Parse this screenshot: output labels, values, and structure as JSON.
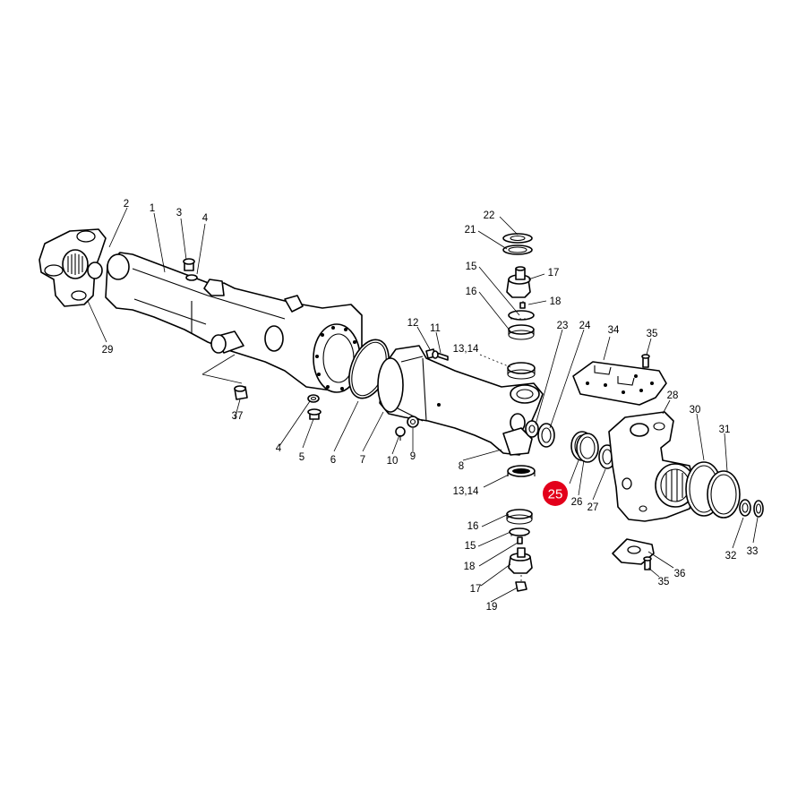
{
  "highlight": {
    "label": "25",
    "color": "#e3001b"
  },
  "callouts": [
    {
      "id": "c2",
      "text": "2"
    },
    {
      "id": "c1",
      "text": "1"
    },
    {
      "id": "c3",
      "text": "3"
    },
    {
      "id": "c4a",
      "text": "4"
    },
    {
      "id": "c29",
      "text": "29"
    },
    {
      "id": "c37",
      "text": "37"
    },
    {
      "id": "c4b",
      "text": "4"
    },
    {
      "id": "c5",
      "text": "5"
    },
    {
      "id": "c6",
      "text": "6"
    },
    {
      "id": "c7",
      "text": "7"
    },
    {
      "id": "c10",
      "text": "10"
    },
    {
      "id": "c9",
      "text": "9"
    },
    {
      "id": "c8",
      "text": "8"
    },
    {
      "id": "c12",
      "text": "12"
    },
    {
      "id": "c11",
      "text": "11"
    },
    {
      "id": "c1314a",
      "text": "13,14"
    },
    {
      "id": "c1314b",
      "text": "13,14"
    },
    {
      "id": "c22",
      "text": "22"
    },
    {
      "id": "c21",
      "text": "21"
    },
    {
      "id": "c15a",
      "text": "15"
    },
    {
      "id": "c17a",
      "text": "17"
    },
    {
      "id": "c16a",
      "text": "16"
    },
    {
      "id": "c18a",
      "text": "18"
    },
    {
      "id": "c23",
      "text": "23"
    },
    {
      "id": "c24",
      "text": "24"
    },
    {
      "id": "c34",
      "text": "34"
    },
    {
      "id": "c35a",
      "text": "35"
    },
    {
      "id": "c28",
      "text": "28"
    },
    {
      "id": "c30",
      "text": "30"
    },
    {
      "id": "c31",
      "text": "31"
    },
    {
      "id": "c26",
      "text": "26"
    },
    {
      "id": "c27",
      "text": "27"
    },
    {
      "id": "c32",
      "text": "32"
    },
    {
      "id": "c33",
      "text": "33"
    },
    {
      "id": "c16b",
      "text": "16"
    },
    {
      "id": "c15b",
      "text": "15"
    },
    {
      "id": "c18b",
      "text": "18"
    },
    {
      "id": "c17b",
      "text": "17"
    },
    {
      "id": "c19",
      "text": "19"
    },
    {
      "id": "c36",
      "text": "36"
    },
    {
      "id": "c35b",
      "text": "35"
    }
  ]
}
